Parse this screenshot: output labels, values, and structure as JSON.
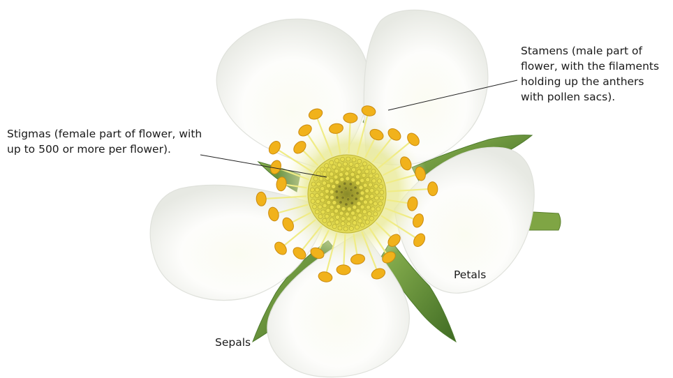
{
  "labels": {
    "stamens": [
      "Stamens (male part of",
      "flower, with the filaments",
      "holding up the anthers",
      "with pollen sacs)."
    ],
    "stigmas": [
      "Stigmas (female part of flower, with",
      "up to 500 or more per flower)."
    ],
    "petals": "Petals",
    "sepals": "Sepals"
  },
  "colors": {
    "petal": "#fdfdfb",
    "petal_shade": "#e4e6e1",
    "sepal": "#6f9a3c",
    "sepal_dark": "#3f6b23",
    "center": "#d8cf43",
    "anther": "#f1b21b",
    "leader_line": "#222222"
  }
}
